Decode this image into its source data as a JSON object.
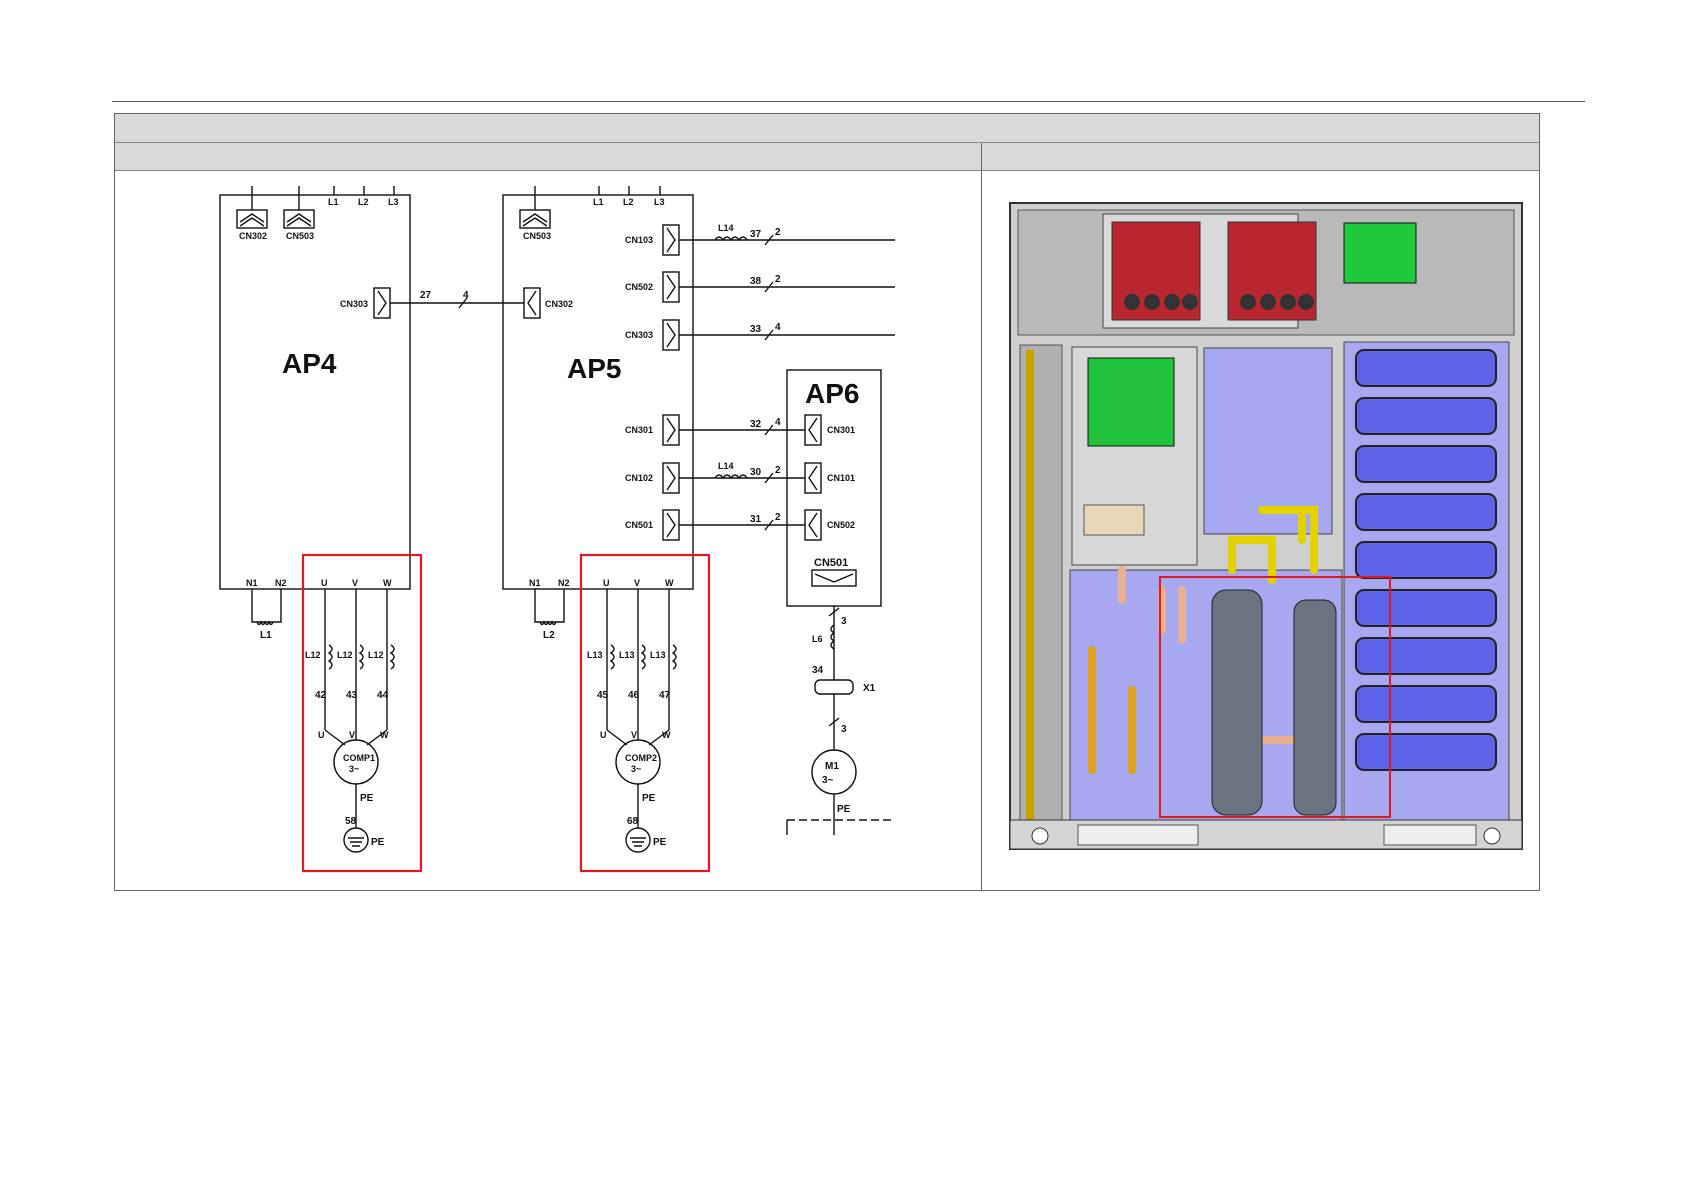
{
  "schematic": {
    "boards": {
      "ap4": "AP4",
      "ap5": "AP5",
      "ap6": "AP6"
    },
    "ap4": {
      "top_connectors": [
        "CN302",
        "CN503"
      ],
      "lines": [
        "L1",
        "L2",
        "L3"
      ],
      "side_connector": "CN303",
      "neutral": [
        "N1",
        "N2"
      ],
      "phases": [
        "U",
        "V",
        "W"
      ],
      "reactor": "L1",
      "chokes": [
        "L12",
        "L12",
        "L12"
      ],
      "wires": [
        "42",
        "43",
        "44"
      ],
      "motor_phases": [
        "U",
        "V",
        "W"
      ],
      "motor": "COMP1",
      "motor_sub": "3~",
      "pe_top": "PE",
      "ground_wire": "58",
      "pe_bottom": "PE"
    },
    "ap5": {
      "top_connector": "CN503",
      "lines": [
        "L1",
        "L2",
        "L3"
      ],
      "left_connector": "CN302",
      "right_connectors": [
        "CN103",
        "CN502",
        "CN303",
        "CN301",
        "CN102",
        "CN501"
      ],
      "neutral": [
        "N1",
        "N2"
      ],
      "phases": [
        "U",
        "V",
        "W"
      ],
      "reactor": "L2",
      "chokes": [
        "L13",
        "L13",
        "L13"
      ],
      "wires": [
        "45",
        "46",
        "47"
      ],
      "motor_phases": [
        "U",
        "V",
        "W"
      ],
      "motor": "COMP2",
      "motor_sub": "3~",
      "pe_top": "PE",
      "ground_wire": "68",
      "pe_bottom": "PE"
    },
    "ap6": {
      "connectors": [
        "CN301",
        "CN101",
        "CN502"
      ],
      "bottom_connector": "CN501",
      "choke": "L6",
      "wire": "34",
      "terminal": "X1",
      "motor": "M1",
      "motor_sub": "3~",
      "pe": "PE"
    },
    "link_ap4_ap5": {
      "wire": "27",
      "count": "4"
    },
    "outputs": [
      {
        "wire": "37",
        "count": "2",
        "choke": "L14"
      },
      {
        "wire": "38",
        "count": "2",
        "choke": ""
      },
      {
        "wire": "33",
        "count": "4",
        "choke": ""
      }
    ],
    "ap5_ap6_links": [
      {
        "wire": "32",
        "count": "4",
        "choke": ""
      },
      {
        "wire": "30",
        "count": "2",
        "choke": "L14"
      },
      {
        "wire": "31",
        "count": "2",
        "choke": ""
      }
    ],
    "fan_counts": [
      "3",
      "3"
    ],
    "highlight_color": "#e0181f"
  },
  "photo": {
    "description_icon": "outdoor-unit-internal-view"
  }
}
